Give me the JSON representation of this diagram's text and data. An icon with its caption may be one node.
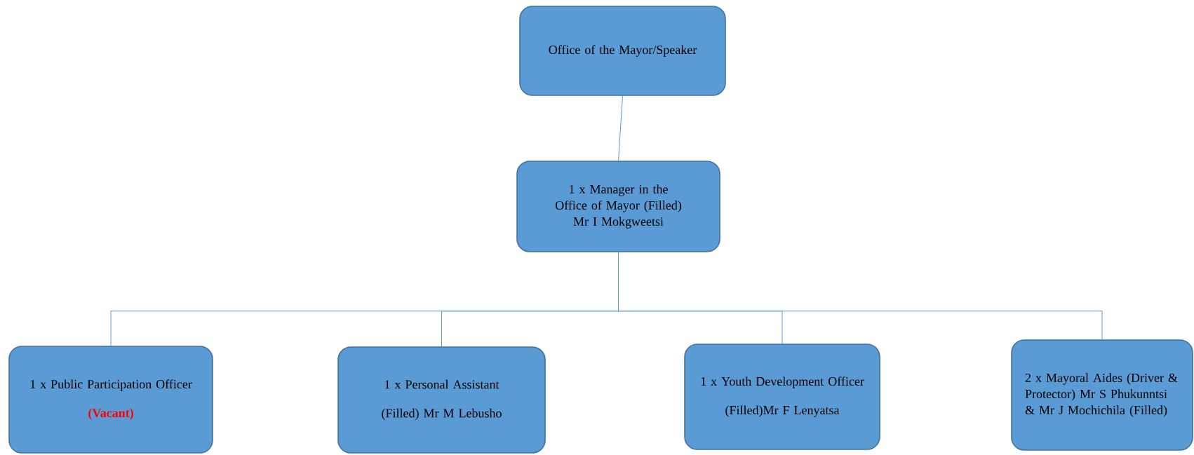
{
  "diagram": {
    "nodes": [
      {
        "text": [
          "Office of the Mayor/Speaker"
        ]
      },
      {
        "text": [
          "1 x Manager in the Office of Mayor (Filled) Mr I Mokgweetsi"
        ]
      },
      {
        "text": [
          "1 x Public Participation Officer",
          "(Vacant)"
        ]
      },
      {
        "text": [
          "1 x Personal Assistant",
          "(Filled) Mr M Lebusho"
        ]
      },
      {
        "text": [
          "1 x Youth Development Officer",
          "(Filled)Mr F Lenyatsa"
        ]
      },
      {
        "text": [
          "2 x Mayoral Aides (Driver & Protector) Mr S Phukunntsi & Mr J Mochichila (Filled)"
        ]
      }
    ],
    "edges": [
      {
        "from": 0,
        "to": 1,
        "arrow": "none"
      },
      {
        "from": 1,
        "to": 2,
        "arrow": "none"
      },
      {
        "from": 1,
        "to": 3,
        "arrow": "none"
      },
      {
        "from": 1,
        "to": 4,
        "arrow": "none"
      },
      {
        "from": 1,
        "to": 5,
        "arrow": "none"
      }
    ]
  }
}
